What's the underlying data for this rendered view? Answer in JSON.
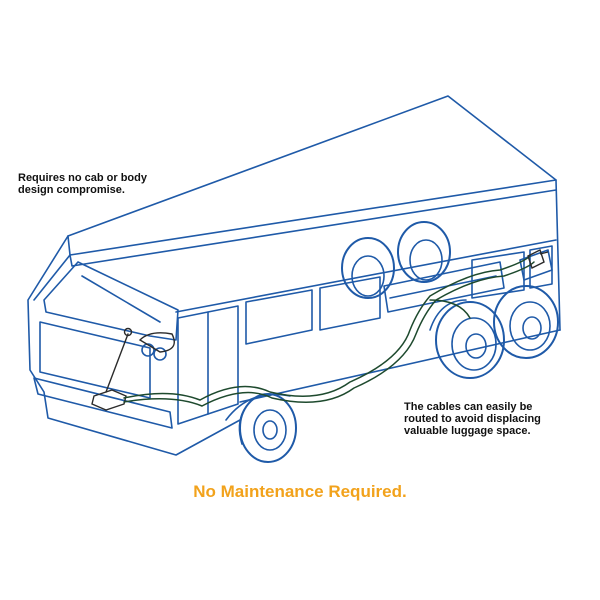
{
  "annotations": {
    "top_left": {
      "line1": "Requires no cab or body",
      "line2": "design compromise."
    },
    "right": {
      "line1": "The cables can easily be",
      "line2": "routed to avoid displacing",
      "line3": "valuable luggage space."
    }
  },
  "slogan": "No Maintenance Required.",
  "colors": {
    "bus_outline": "#1f5aa8",
    "cable": "#1e4a2e",
    "control_unit": "#2b2b2b",
    "slogan": "#f2a21b",
    "text": "#111111"
  }
}
